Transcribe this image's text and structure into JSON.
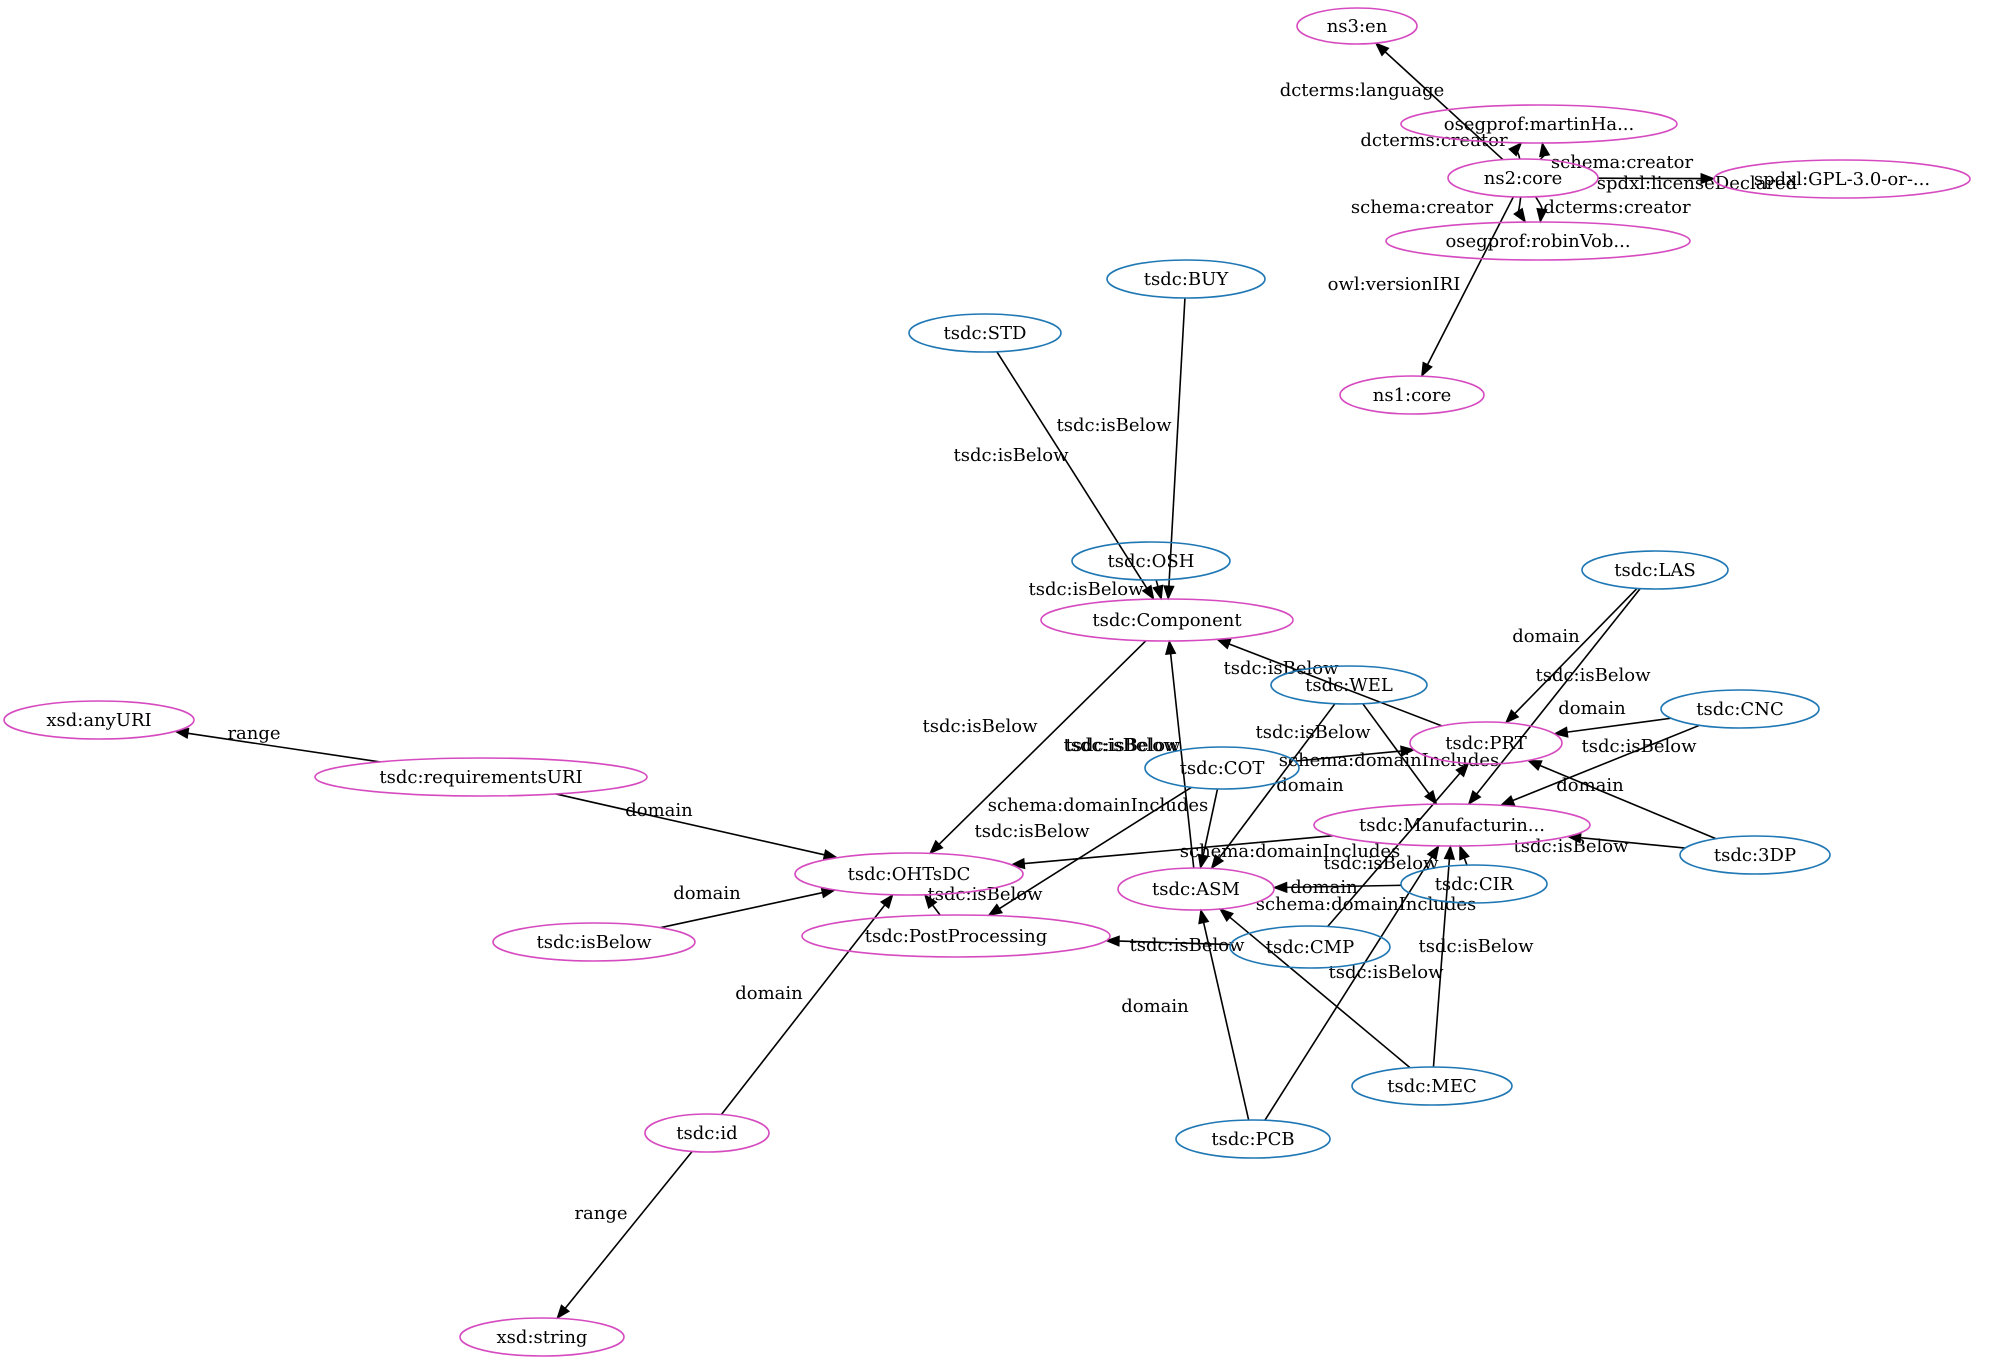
{
  "colors": {
    "class_node": "#1f77b4",
    "other_node": "#d64ac0",
    "edge": "#000000"
  },
  "nodes": [
    {
      "id": "ns3_en",
      "label": "ns3:en",
      "kind": "other"
    },
    {
      "id": "martin",
      "label": "osegprof:martinHa...",
      "kind": "other"
    },
    {
      "id": "ns2_core",
      "label": "ns2:core",
      "kind": "other"
    },
    {
      "id": "gpl",
      "label": "spdxl:GPL-3.0-or-...",
      "kind": "other"
    },
    {
      "id": "robin",
      "label": "osegprof:robinVob...",
      "kind": "other"
    },
    {
      "id": "ns1_core",
      "label": "ns1:core",
      "kind": "other"
    },
    {
      "id": "buy",
      "label": "tsdc:BUY",
      "kind": "class"
    },
    {
      "id": "std",
      "label": "tsdc:STD",
      "kind": "class"
    },
    {
      "id": "osh",
      "label": "tsdc:OSH",
      "kind": "class"
    },
    {
      "id": "component",
      "label": "tsdc:Component",
      "kind": "other"
    },
    {
      "id": "las",
      "label": "tsdc:LAS",
      "kind": "class"
    },
    {
      "id": "wel",
      "label": "tsdc:WEL",
      "kind": "class"
    },
    {
      "id": "cnc",
      "label": "tsdc:CNC",
      "kind": "class"
    },
    {
      "id": "prt",
      "label": "tsdc:PRT",
      "kind": "other"
    },
    {
      "id": "cot",
      "label": "tsdc:COT",
      "kind": "class"
    },
    {
      "id": "manu",
      "label": "tsdc:Manufacturin...",
      "kind": "other"
    },
    {
      "id": "tdp",
      "label": "tsdc:3DP",
      "kind": "class"
    },
    {
      "id": "cir",
      "label": "tsdc:CIR",
      "kind": "class"
    },
    {
      "id": "asm",
      "label": "tsdc:ASM",
      "kind": "other"
    },
    {
      "id": "cmp",
      "label": "tsdc:CMP",
      "kind": "class"
    },
    {
      "id": "ohtsdc",
      "label": "tsdc:OHTsDC",
      "kind": "other"
    },
    {
      "id": "post",
      "label": "tsdc:PostProcessing",
      "kind": "other"
    },
    {
      "id": "anyuri",
      "label": "xsd:anyURI",
      "kind": "other"
    },
    {
      "id": "requri",
      "label": "tsdc:requirementsURI",
      "kind": "other"
    },
    {
      "id": "isbelow",
      "label": "tsdc:isBelow",
      "kind": "other"
    },
    {
      "id": "id",
      "label": "tsdc:id",
      "kind": "other"
    },
    {
      "id": "string",
      "label": "xsd:string",
      "kind": "other"
    },
    {
      "id": "mec",
      "label": "tsdc:MEC",
      "kind": "class"
    },
    {
      "id": "pcb",
      "label": "tsdc:PCB",
      "kind": "class"
    }
  ],
  "edges": [
    {
      "from": "ns2_core",
      "to": "ns3_en",
      "label": "dcterms:language"
    },
    {
      "from": "ns2_core",
      "to": "martin",
      "label": "dcterms:creator"
    },
    {
      "from": "ns2_core",
      "to": "martin",
      "label": "schema:creator"
    },
    {
      "from": "ns2_core",
      "to": "gpl",
      "label": "spdxl:licenseDeclared"
    },
    {
      "from": "ns2_core",
      "to": "robin",
      "label": "schema:creator"
    },
    {
      "from": "ns2_core",
      "to": "robin",
      "label": "dcterms:creator"
    },
    {
      "from": "ns2_core",
      "to": "ns1_core",
      "label": "owl:versionIRI"
    },
    {
      "from": "std",
      "to": "component",
      "label": "tsdc:isBelow"
    },
    {
      "from": "buy",
      "to": "component",
      "label": "tsdc:isBelow"
    },
    {
      "from": "osh",
      "to": "component",
      "label": "tsdc:isBelow"
    },
    {
      "from": "component",
      "to": "ohtsdc",
      "label": "tsdc:isBelow"
    },
    {
      "from": "prt",
      "to": "component",
      "label": "tsdc:isBelow"
    },
    {
      "from": "asm",
      "to": "component",
      "label": "tsdc:isBelow"
    },
    {
      "from": "las",
      "to": "prt",
      "label": "tsdc:isBelow"
    },
    {
      "from": "las",
      "to": "manu",
      "label": "domain"
    },
    {
      "from": "cnc",
      "to": "prt",
      "label": "domain"
    },
    {
      "from": "cnc",
      "to": "manu",
      "label": "tsdc:isBelow"
    },
    {
      "from": "tdp",
      "to": "prt",
      "label": "domain"
    },
    {
      "from": "tdp",
      "to": "manu",
      "label": "tsdc:isBelow"
    },
    {
      "from": "wel",
      "to": "asm",
      "label": "tsdc:isBelow"
    },
    {
      "from": "wel",
      "to": "manu",
      "label": "schema:domainIncludes"
    },
    {
      "from": "cot",
      "to": "prt",
      "label": "tsdc:isBelow"
    },
    {
      "from": "cot",
      "to": "asm",
      "label": "domain"
    },
    {
      "from": "cot",
      "to": "post",
      "label": "schema:domainIncludes"
    },
    {
      "from": "manu",
      "to": "ohtsdc",
      "label": "tsdc:isBelow"
    },
    {
      "from": "post",
      "to": "ohtsdc",
      "label": "tsdc:isBelow"
    },
    {
      "from": "cir",
      "to": "asm",
      "label": "schema:domainIncludes"
    },
    {
      "from": "cir",
      "to": "manu",
      "label": "tsdc:isBelow"
    },
    {
      "from": "cmp",
      "to": "post",
      "label": "tsdc:isBelow"
    },
    {
      "from": "cmp",
      "to": "prt",
      "label": "domain"
    },
    {
      "from": "mec",
      "to": "asm",
      "label": "schema:domainIncludes"
    },
    {
      "from": "mec",
      "to": "manu",
      "label": "tsdc:isBelow"
    },
    {
      "from": "pcb",
      "to": "asm",
      "label": "domain"
    },
    {
      "from": "pcb",
      "to": "manu",
      "label": "tsdc:isBelow"
    },
    {
      "from": "requri",
      "to": "anyuri",
      "label": "range"
    },
    {
      "from": "requri",
      "to": "ohtsdc",
      "label": "domain"
    },
    {
      "from": "isbelow",
      "to": "ohtsdc",
      "label": "domain"
    },
    {
      "from": "id",
      "to": "ohtsdc",
      "label": "domain"
    },
    {
      "from": "id",
      "to": "string",
      "label": "range"
    }
  ]
}
